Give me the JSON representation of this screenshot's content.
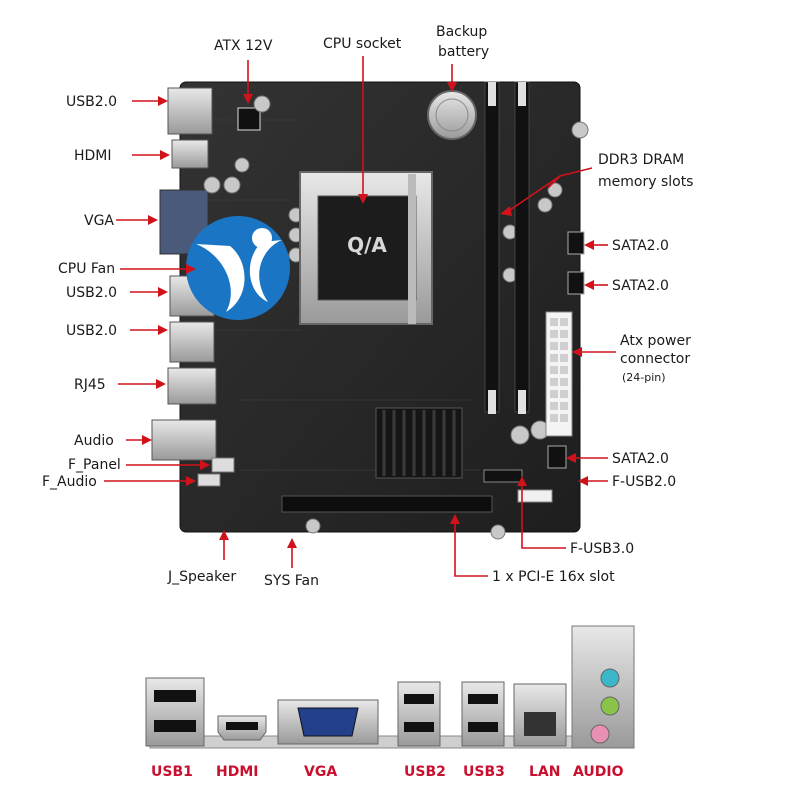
{
  "colors": {
    "accent": "#d0121b",
    "board": "#2a2a2a",
    "label_red": "#c8102e"
  },
  "labels": {
    "atx12v": "ATX 12V",
    "cpu_socket": "CPU socket",
    "backup_battery_l1": "Backup",
    "backup_battery_l2": "battery",
    "usb20_top": "USB2.0",
    "hdmi": "HDMI",
    "vga": "VGA",
    "cpu_fan": "CPU Fan",
    "usb20_mid": "USB2.0",
    "usb20_low": "USB2.0",
    "rj45": "RJ45",
    "audio": "Audio",
    "f_panel": "F_Panel",
    "f_audio": "F_Audio",
    "ddr3_l1": "DDR3 DRAM",
    "ddr3_l2": "memory slots",
    "sata_1": "SATA2.0",
    "sata_2": "SATA2.0",
    "atx_power_l1": "Atx power",
    "atx_power_l2": "connector",
    "atx_power_l3": "(24-pin)",
    "sata_3": "SATA2.0",
    "f_usb20": "F-USB2.0",
    "f_usb30": "F-USB3.0",
    "j_speaker": "J_Speaker",
    "sys_fan": "SYS Fan",
    "pcie": "1 x PCI-E 16x slot"
  },
  "chip_text": "Q/A",
  "io_ports": [
    "USB1",
    "HDMI",
    "VGA",
    "USB2",
    "USB3",
    "LAN",
    "AUDIO"
  ]
}
